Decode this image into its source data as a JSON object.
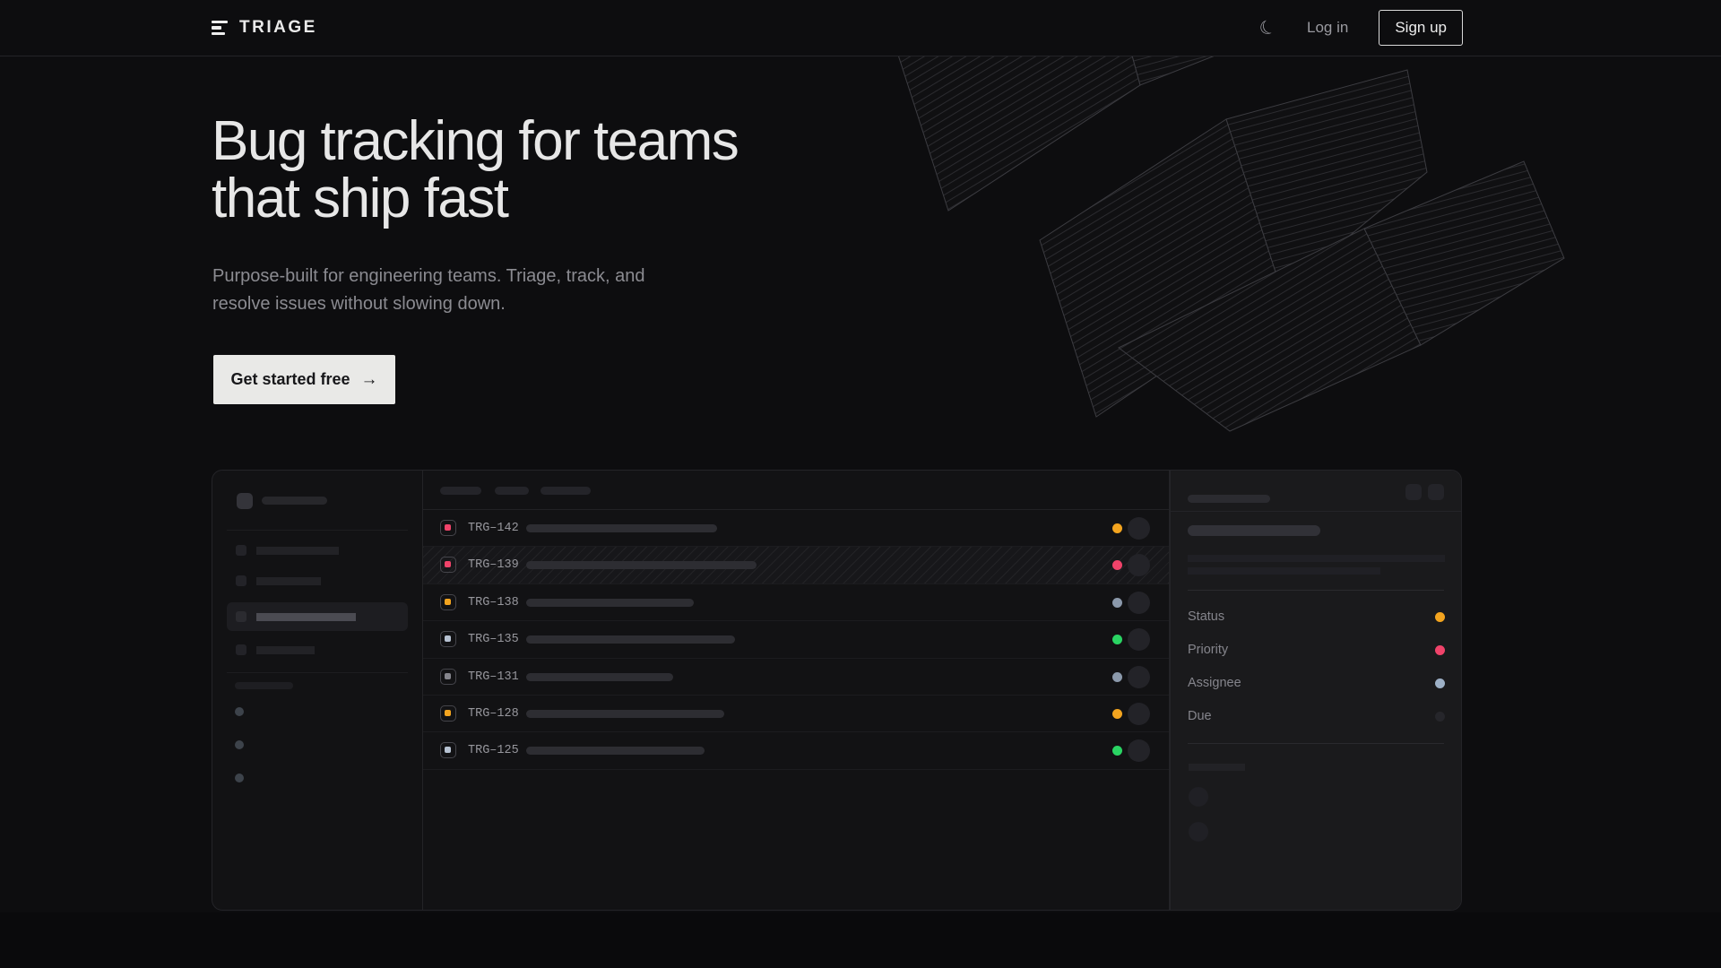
{
  "nav": {
    "brand": "TRIAGE",
    "login_label": "Log in",
    "signup_label": "Sign up",
    "theme_icon": "moon-icon",
    "theme_glyph": "☾"
  },
  "hero": {
    "title_line1": "Bug tracking for teams",
    "title_line2": "that ship fast",
    "subtitle_line1": "Purpose-built for engineering teams. Triage, track, and",
    "subtitle_line2": "resolve issues without slowing down.",
    "cta_label": "Get started free",
    "cta_arrow": "→"
  },
  "mockup": {
    "issues": [
      {
        "id": "TRG–142",
        "icon_color": "#f0436a",
        "title_width": 213,
        "status_color": "#f3a41f",
        "selected": false
      },
      {
        "id": "TRG–139",
        "icon_color": "#f0436a",
        "title_width": 257,
        "status_color": "#f0436a",
        "selected": true
      },
      {
        "id": "TRG–138",
        "icon_color": "#f3a41f",
        "title_width": 187,
        "status_color": "#8b99ab",
        "selected": false
      },
      {
        "id": "TRG–135",
        "icon_color": "#b7c2d2",
        "title_width": 233,
        "status_color": "#2ad463",
        "selected": false
      },
      {
        "id": "TRG–131",
        "icon_color": "#85858c",
        "title_width": 164,
        "status_color": "#8b99ab",
        "selected": false
      },
      {
        "id": "TRG–128",
        "icon_color": "#f3a41f",
        "title_width": 221,
        "status_color": "#f3a41f",
        "selected": false
      },
      {
        "id": "TRG–125",
        "icon_color": "#b7c2d2",
        "title_width": 199,
        "status_color": "#2ad463",
        "selected": false
      }
    ],
    "detail_fields": [
      {
        "label": "Status",
        "dot_color": "#f3a41f"
      },
      {
        "label": "Priority",
        "dot_color": "#f0436a"
      },
      {
        "label": "Assignee",
        "dot_color": "#9db0c6"
      },
      {
        "label": "Due",
        "dot_color": "#26262b"
      }
    ]
  },
  "colors": {
    "page_bg": "#0d0d0f",
    "window_bg": "#121214",
    "panel_bg": "#1a1a1c",
    "accent_amber": "#f3a41f",
    "accent_pink": "#f0436a",
    "accent_green": "#2ad463",
    "accent_slate": "#8b99ab",
    "cta_bg": "#e9e9e7"
  }
}
